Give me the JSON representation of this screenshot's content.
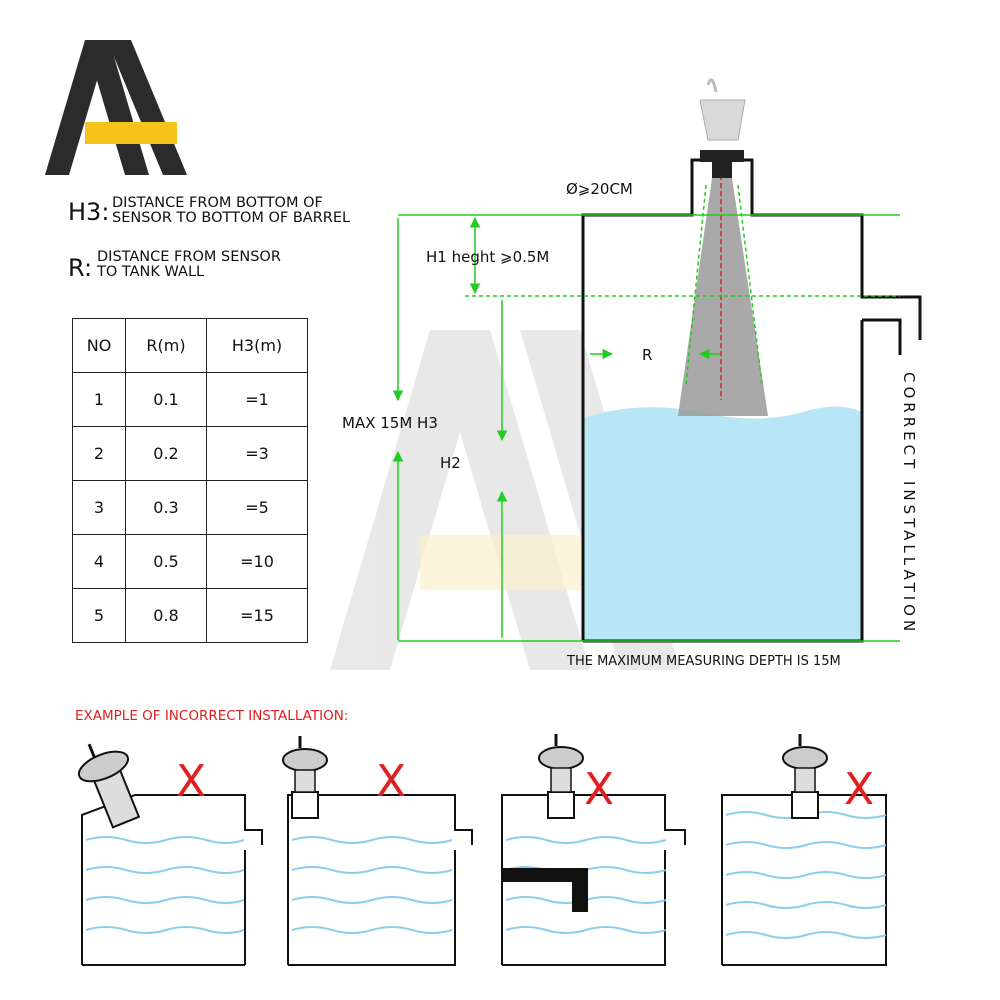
{
  "definitions": [
    {
      "key": "H3:",
      "line1": "DISTANCE FROM BOTTOM OF",
      "line2": "SENSOR TO BOTTOM OF BARREL"
    },
    {
      "key": "R:",
      "line1": "DISTANCE FROM SENSOR",
      "line2": "TO TANK WALL"
    }
  ],
  "table": {
    "headers": [
      "NO",
      "R(m)",
      "H3(m)"
    ],
    "rows": [
      [
        "1",
        "0.1",
        "=1"
      ],
      [
        "2",
        "0.2",
        "=3"
      ],
      [
        "3",
        "0.3",
        "=5"
      ],
      [
        "4",
        "0.5",
        "=10"
      ],
      [
        "5",
        "0.8",
        "=15"
      ]
    ]
  },
  "diagram": {
    "diameter_label": "Ø⩾20CM",
    "h1_label": "H1 heght ⩾0.5M",
    "r_label": "R",
    "max_label": "MAX 15M H3",
    "h2_label": "H2",
    "side_label": "CORRECT INSTALLATION",
    "bottom_caption": "THE MAXIMUM MEASURING DEPTH IS 15M"
  },
  "incorrect": {
    "title": "EXAMPLE OF INCORRECT INSTALLATION:",
    "mark": "X"
  },
  "colors": {
    "guide_green": "#22cc22",
    "water": "#b9e6f5",
    "warning_red": "#e02020",
    "logo_dark": "#2b2b2b",
    "logo_yellow": "#f6c21c"
  }
}
